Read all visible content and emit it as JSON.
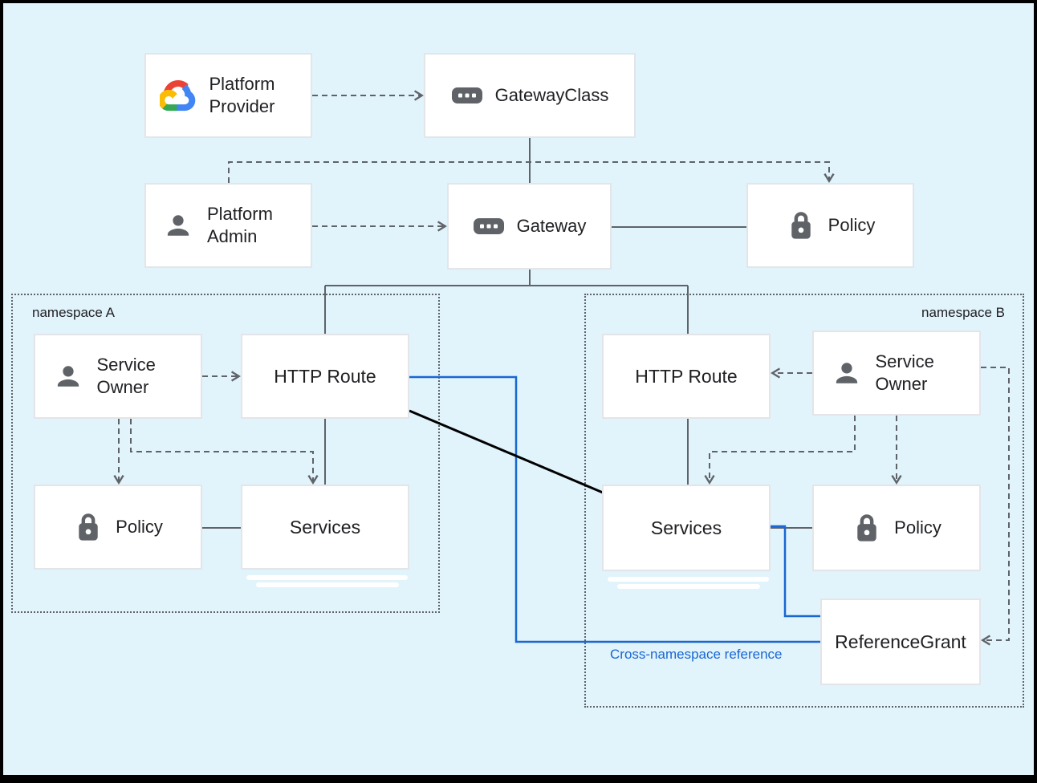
{
  "colors": {
    "background": "#e1f3fb",
    "frame": "#000000",
    "connector_gray": "#5f6368",
    "cross_namespace_blue": "#1967d2",
    "diagonal_black": "#000000",
    "node_background": "#ffffff",
    "node_border": "#e3e5e8",
    "text": "#202124",
    "icon_gray": "#5f6368",
    "google_logo": [
      "#EA4335",
      "#4285F4",
      "#34A853",
      "#FBBC05"
    ]
  },
  "top": {
    "platform_provider": "Platform Provider",
    "gateway_class": "GatewayClass",
    "platform_admin": "Platform Admin",
    "gateway": "Gateway",
    "policy": "Policy"
  },
  "namespace_a": {
    "label": "namespace A",
    "service_owner": "Service Owner",
    "http_route": "HTTP Route",
    "policy": "Policy",
    "services": "Services"
  },
  "namespace_b": {
    "label": "namespace B",
    "http_route": "HTTP Route",
    "service_owner": "Service Owner",
    "services": "Services",
    "policy": "Policy",
    "reference_grant": "ReferenceGrant"
  },
  "annotations": {
    "cross_namespace_reference": "Cross-namespace reference"
  },
  "icons": {
    "platform_provider": "google-cloud-logo",
    "platform_admin": "person-icon",
    "service_owner": "person-icon",
    "gateway_class": "api-chip-icon",
    "gateway": "api-chip-icon",
    "policy": "lock-icon"
  }
}
